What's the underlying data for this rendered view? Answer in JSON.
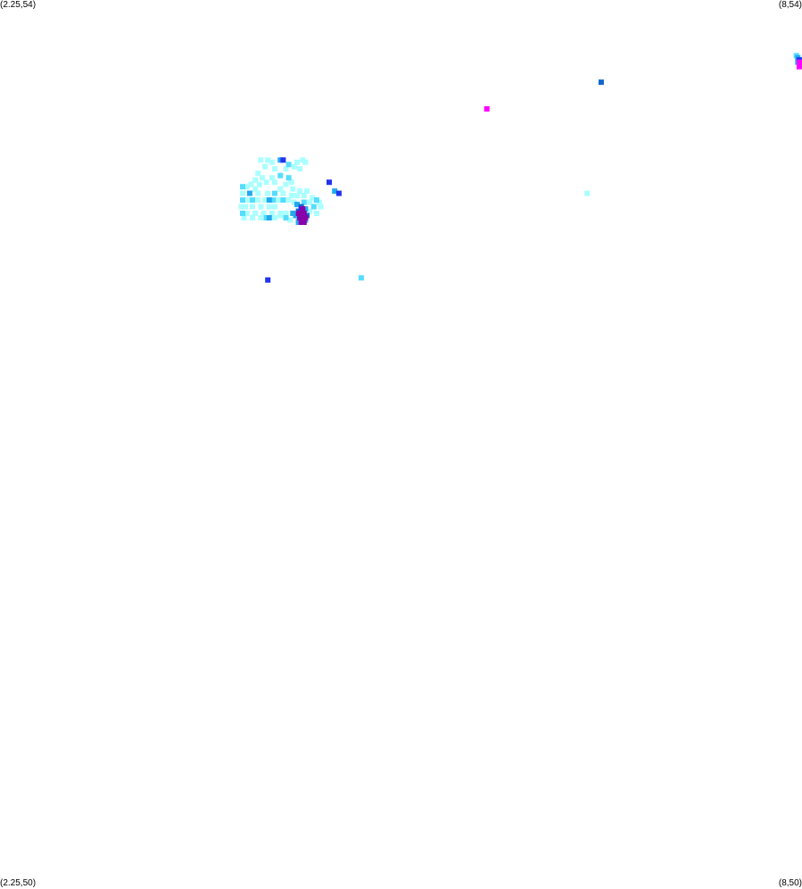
{
  "map": {
    "type": "point-density-map",
    "bounds": {
      "lon_min": 2.25,
      "lon_max": 8,
      "lat_min": 50,
      "lat_max": 54
    },
    "corner_labels": {
      "top_left": "(2.25,54)",
      "top_right": "(8,54)",
      "bottom_left": "(2.25,50)",
      "bottom_right": "(8,50)"
    },
    "palette": {
      "c1": "#aaffff",
      "c2": "#55ddff",
      "c3": "#22aaee",
      "c4": "#1166cc",
      "c5": "#2233ee",
      "c6": "#8800aa",
      "c7": "#ff00ff"
    },
    "points": [
      {
        "lon": 4.12,
        "lat": 53.28,
        "c": "c1"
      },
      {
        "lon": 4.17,
        "lat": 53.28,
        "c": "c1"
      },
      {
        "lon": 4.2,
        "lat": 53.27,
        "c": "c1"
      },
      {
        "lon": 4.26,
        "lat": 53.28,
        "c": "c3"
      },
      {
        "lon": 4.28,
        "lat": 53.28,
        "c": "c5"
      },
      {
        "lon": 4.32,
        "lat": 53.26,
        "c": "c2"
      },
      {
        "lon": 4.38,
        "lat": 53.27,
        "c": "c1"
      },
      {
        "lon": 4.42,
        "lat": 53.28,
        "c": "c1"
      },
      {
        "lon": 4.44,
        "lat": 53.27,
        "c": "c1"
      },
      {
        "lon": 4.15,
        "lat": 53.25,
        "c": "c1"
      },
      {
        "lon": 4.22,
        "lat": 53.24,
        "c": "c1"
      },
      {
        "lon": 4.3,
        "lat": 53.24,
        "c": "c1"
      },
      {
        "lon": 4.36,
        "lat": 53.25,
        "c": "c1"
      },
      {
        "lon": 4.4,
        "lat": 53.24,
        "c": "c1"
      },
      {
        "lon": 4.1,
        "lat": 53.22,
        "c": "c1"
      },
      {
        "lon": 4.2,
        "lat": 53.2,
        "c": "c1"
      },
      {
        "lon": 4.26,
        "lat": 53.21,
        "c": "c2"
      },
      {
        "lon": 4.32,
        "lat": 53.2,
        "c": "c2"
      },
      {
        "lon": 4.08,
        "lat": 53.19,
        "c": "c1"
      },
      {
        "lon": 4.13,
        "lat": 53.2,
        "c": "c1"
      },
      {
        "lon": 4.05,
        "lat": 53.17,
        "c": "c1"
      },
      {
        "lon": 4.11,
        "lat": 53.17,
        "c": "c1"
      },
      {
        "lon": 4.16,
        "lat": 53.18,
        "c": "c1"
      },
      {
        "lon": 4.22,
        "lat": 53.18,
        "c": "c1"
      },
      {
        "lon": 4.3,
        "lat": 53.17,
        "c": "c1"
      },
      {
        "lon": 4.34,
        "lat": 53.18,
        "c": "c1"
      },
      {
        "lon": 3.99,
        "lat": 53.16,
        "c": "c2"
      },
      {
        "lon": 4.02,
        "lat": 53.16,
        "c": "c1"
      },
      {
        "lon": 4.08,
        "lat": 53.15,
        "c": "c1"
      },
      {
        "lon": 4.26,
        "lat": 53.15,
        "c": "c1"
      },
      {
        "lon": 4.35,
        "lat": 53.15,
        "c": "c1"
      },
      {
        "lon": 4.4,
        "lat": 53.14,
        "c": "c1"
      },
      {
        "lon": 4.45,
        "lat": 53.14,
        "c": "c1"
      },
      {
        "lon": 3.99,
        "lat": 53.13,
        "c": "c1"
      },
      {
        "lon": 4.04,
        "lat": 53.13,
        "c": "c3"
      },
      {
        "lon": 4.1,
        "lat": 53.13,
        "c": "c1"
      },
      {
        "lon": 4.17,
        "lat": 53.13,
        "c": "c1"
      },
      {
        "lon": 4.22,
        "lat": 53.13,
        "c": "c2"
      },
      {
        "lon": 4.28,
        "lat": 53.13,
        "c": "c1"
      },
      {
        "lon": 4.34,
        "lat": 53.12,
        "c": "c1"
      },
      {
        "lon": 4.38,
        "lat": 53.12,
        "c": "c1"
      },
      {
        "lon": 4.43,
        "lat": 53.12,
        "c": "c1"
      },
      {
        "lon": 4.49,
        "lat": 53.11,
        "c": "c1"
      },
      {
        "lon": 3.99,
        "lat": 53.1,
        "c": "c2"
      },
      {
        "lon": 4.03,
        "lat": 53.1,
        "c": "c1"
      },
      {
        "lon": 4.06,
        "lat": 53.1,
        "c": "c2"
      },
      {
        "lon": 4.1,
        "lat": 53.1,
        "c": "c1"
      },
      {
        "lon": 4.15,
        "lat": 53.1,
        "c": "c1"
      },
      {
        "lon": 4.18,
        "lat": 53.1,
        "c": "c3"
      },
      {
        "lon": 4.21,
        "lat": 53.1,
        "c": "c2"
      },
      {
        "lon": 4.25,
        "lat": 53.1,
        "c": "c1"
      },
      {
        "lon": 4.28,
        "lat": 53.1,
        "c": "c2"
      },
      {
        "lon": 4.32,
        "lat": 53.1,
        "c": "c1"
      },
      {
        "lon": 4.36,
        "lat": 53.09,
        "c": "c1"
      },
      {
        "lon": 4.43,
        "lat": 53.09,
        "c": "c2"
      },
      {
        "lon": 4.47,
        "lat": 53.09,
        "c": "c1"
      },
      {
        "lon": 4.52,
        "lat": 53.1,
        "c": "c2"
      },
      {
        "lon": 4.54,
        "lat": 53.09,
        "c": "c1"
      },
      {
        "lon": 3.98,
        "lat": 53.07,
        "c": "c1"
      },
      {
        "lon": 4.01,
        "lat": 53.07,
        "c": "c1"
      },
      {
        "lon": 4.06,
        "lat": 53.07,
        "c": "c1"
      },
      {
        "lon": 4.12,
        "lat": 53.07,
        "c": "c1"
      },
      {
        "lon": 4.18,
        "lat": 53.07,
        "c": "c1"
      },
      {
        "lon": 4.22,
        "lat": 53.07,
        "c": "c1"
      },
      {
        "lon": 4.38,
        "lat": 53.08,
        "c": "c3"
      },
      {
        "lon": 4.44,
        "lat": 53.06,
        "c": "c3"
      },
      {
        "lon": 4.5,
        "lat": 53.07,
        "c": "c2"
      },
      {
        "lon": 4.55,
        "lat": 53.07,
        "c": "c1"
      },
      {
        "lon": 3.99,
        "lat": 53.04,
        "c": "c2"
      },
      {
        "lon": 4.02,
        "lat": 53.04,
        "c": "c1"
      },
      {
        "lon": 4.08,
        "lat": 53.04,
        "c": "c1"
      },
      {
        "lon": 4.14,
        "lat": 53.04,
        "c": "c1"
      },
      {
        "lon": 4.2,
        "lat": 53.04,
        "c": "c1"
      },
      {
        "lon": 4.26,
        "lat": 53.04,
        "c": "c1"
      },
      {
        "lon": 4.3,
        "lat": 53.04,
        "c": "c1"
      },
      {
        "lon": 4.35,
        "lat": 53.04,
        "c": "c3"
      },
      {
        "lon": 4.47,
        "lat": 53.05,
        "c": "c1"
      },
      {
        "lon": 4.52,
        "lat": 53.04,
        "c": "c1"
      },
      {
        "lon": 4.0,
        "lat": 53.02,
        "c": "c1"
      },
      {
        "lon": 4.06,
        "lat": 53.02,
        "c": "c1"
      },
      {
        "lon": 4.12,
        "lat": 53.02,
        "c": "c1"
      },
      {
        "lon": 4.16,
        "lat": 53.02,
        "c": "c2"
      },
      {
        "lon": 4.18,
        "lat": 53.02,
        "c": "c3"
      },
      {
        "lon": 4.22,
        "lat": 53.02,
        "c": "c1"
      },
      {
        "lon": 4.26,
        "lat": 53.03,
        "c": "c1"
      },
      {
        "lon": 4.3,
        "lat": 53.02,
        "c": "c2"
      },
      {
        "lon": 4.33,
        "lat": 53.01,
        "c": "c1"
      },
      {
        "lon": 4.39,
        "lat": 53.01,
        "c": "c2"
      },
      {
        "lon": 4.41,
        "lat": 53.07,
        "c": "c4"
      },
      {
        "lon": 4.39,
        "lat": 53.05,
        "c": "c4"
      },
      {
        "lon": 4.37,
        "lat": 53.03,
        "c": "c3"
      },
      {
        "lon": 4.45,
        "lat": 53.03,
        "c": "c4"
      },
      {
        "lon": 4.44,
        "lat": 53.01,
        "c": "c3"
      },
      {
        "lon": 4.41,
        "lat": 53.06,
        "c": "c5"
      },
      {
        "lon": 4.39,
        "lat": 53.04,
        "c": "c6"
      },
      {
        "lon": 4.41,
        "lat": 53.04,
        "c": "c6"
      },
      {
        "lon": 4.43,
        "lat": 53.04,
        "c": "c6"
      },
      {
        "lon": 4.4,
        "lat": 53.02,
        "c": "c6"
      },
      {
        "lon": 4.42,
        "lat": 53.02,
        "c": "c6"
      },
      {
        "lon": 4.44,
        "lat": 53.02,
        "c": "c6"
      },
      {
        "lon": 4.42,
        "lat": 53.06,
        "c": "c6"
      },
      {
        "lon": 4.41,
        "lat": 53.0,
        "c": "c6"
      },
      {
        "lon": 4.43,
        "lat": 53.0,
        "c": "c6"
      },
      {
        "lon": 4.39,
        "lat": 53.0,
        "c": "c3"
      },
      {
        "lon": 4.61,
        "lat": 53.18,
        "c": "c5"
      },
      {
        "lon": 4.65,
        "lat": 53.14,
        "c": "c3"
      },
      {
        "lon": 4.68,
        "lat": 53.13,
        "c": "c5"
      },
      {
        "lon": 4.17,
        "lat": 52.74,
        "c": "c5"
      },
      {
        "lon": 4.84,
        "lat": 52.75,
        "c": "c2"
      },
      {
        "lon": 5.74,
        "lat": 53.51,
        "c": "c7"
      },
      {
        "lon": 6.56,
        "lat": 53.63,
        "c": "c4"
      },
      {
        "lon": 6.46,
        "lat": 53.13,
        "c": "c1"
      },
      {
        "lon": 7.96,
        "lat": 53.75,
        "c": "c2"
      },
      {
        "lon": 7.97,
        "lat": 53.74,
        "c": "c3"
      },
      {
        "lon": 7.98,
        "lat": 53.73,
        "c": "c5"
      },
      {
        "lon": 8.0,
        "lat": 53.73,
        "c": "c3"
      },
      {
        "lon": 7.99,
        "lat": 53.72,
        "c": "c7"
      },
      {
        "lon": 7.97,
        "lat": 53.72,
        "c": "c3"
      },
      {
        "lon": 8.01,
        "lat": 53.71,
        "c": "c2"
      },
      {
        "lon": 7.98,
        "lat": 53.7,
        "c": "c7"
      }
    ]
  }
}
